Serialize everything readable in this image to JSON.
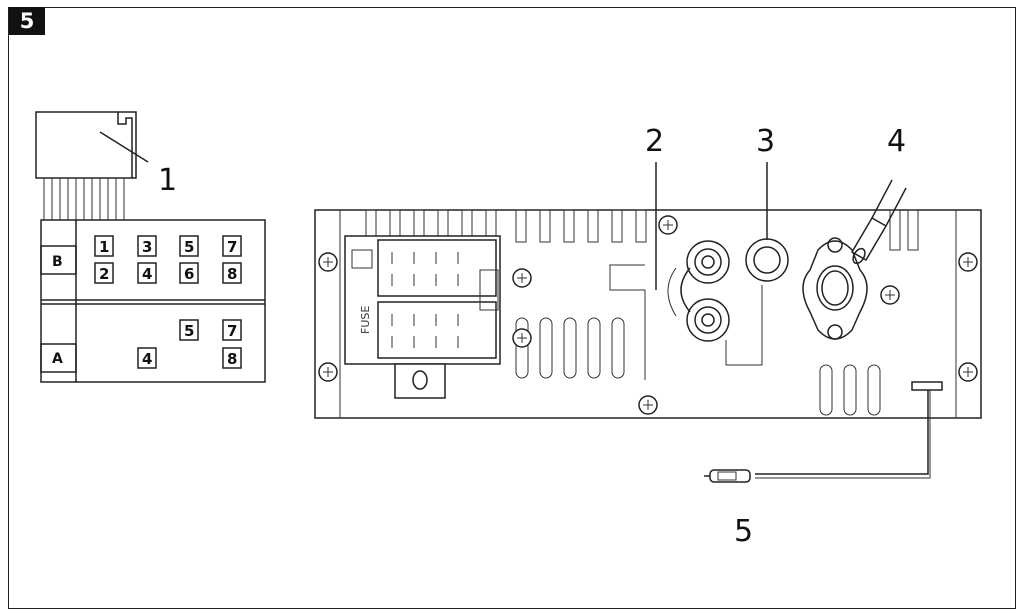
{
  "figure_number": "5",
  "callouts": [
    {
      "id": "1",
      "text": "1"
    },
    {
      "id": "2",
      "text": "2"
    },
    {
      "id": "3",
      "text": "3"
    },
    {
      "id": "4",
      "text": "4"
    },
    {
      "id": "5",
      "text": "5"
    }
  ],
  "connector": {
    "block_b_label": "B",
    "block_a_label": "A",
    "block_b_pins": [
      "1",
      "3",
      "5",
      "7",
      "2",
      "4",
      "6",
      "8"
    ],
    "block_a_pins": [
      "5",
      "7",
      "4",
      "8"
    ]
  },
  "unit": {
    "fuse_label": "FUSE"
  }
}
